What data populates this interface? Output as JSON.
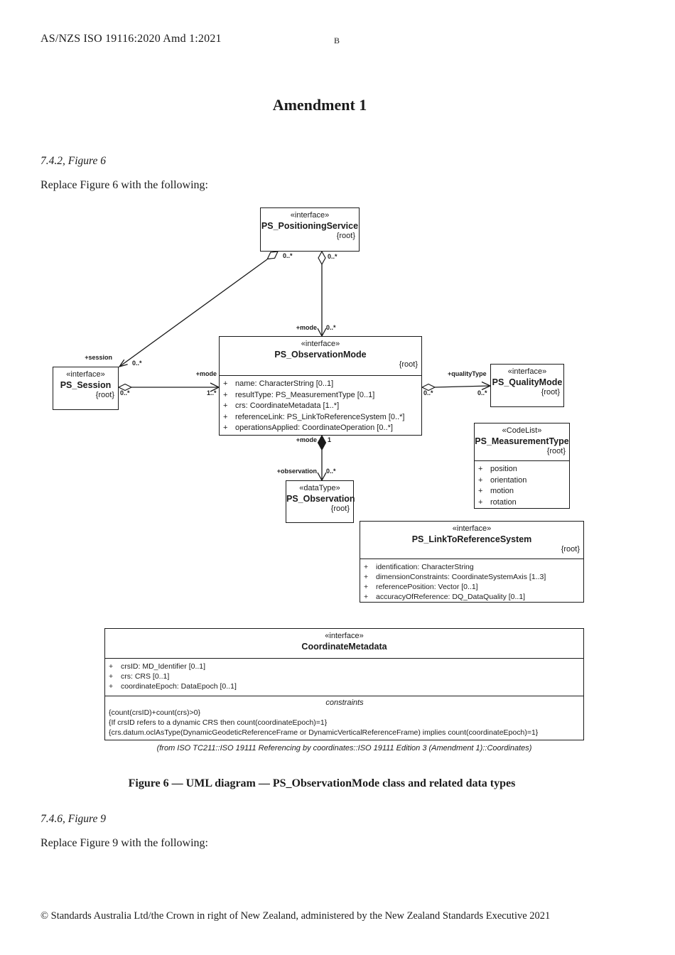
{
  "page": {
    "header_left": "AS/NZS ISO 19116:2020 Amd 1:2021",
    "header_center": "B",
    "title": "Amendment 1",
    "section_6": {
      "heading": "7.4.2, Figure 6",
      "body": "Replace Figure 6 with the following:"
    },
    "figure_caption": "Figure 6 — UML diagram — PS_ObservationMode class and related data types",
    "section_9": {
      "heading": "7.4.6, Figure 9",
      "body": "Replace Figure 9 with the following:"
    },
    "footer": "© Standards Australia Ltd/the Crown in right of New Zealand, administered by the New Zealand Standards Executive 2021"
  },
  "diagram": {
    "plus": "+",
    "source_note": "(from ISO TC211::ISO 19111 Referencing by coordinates::ISO 19111 Edition 3 (Amendment 1)::Coordinates)",
    "classes": {
      "positioning_service": {
        "stereotype": "«interface»",
        "name": "PS_PositioningService",
        "root": "{root}"
      },
      "session": {
        "stereotype": "«interface»",
        "name": "PS_Session",
        "root": "{root}"
      },
      "observation_mode": {
        "stereotype": "«interface»",
        "name": "PS_ObservationMode",
        "root": "{root}",
        "attributes": [
          "name: CharacterString [0..1]",
          "resultType: PS_MeasurementType [0..1]",
          "crs: CoordinateMetadata [1..*]",
          "referenceLink: PS_LinkToReferenceSystem [0..*]",
          "operationsApplied: CoordinateOperation [0..*]"
        ]
      },
      "quality_mode": {
        "stereotype": "«interface»",
        "name": "PS_QualityMode",
        "root": "{root}"
      },
      "measurement_type": {
        "stereotype": "«CodeList»",
        "name": "PS_MeasurementType",
        "root": "{root}",
        "attributes": [
          "position",
          "orientation",
          "motion",
          "rotation"
        ]
      },
      "observation": {
        "stereotype": "«dataType»",
        "name": "PS_Observation",
        "root": "{root}"
      },
      "link_to_reference_system": {
        "stereotype": "«interface»",
        "name": "PS_LinkToReferenceSystem",
        "root": "{root}",
        "attributes": [
          "identification: CharacterString",
          "dimensionConstraints: CoordinateSystemAxis [1..3]",
          "referencePosition: Vector [0..1]",
          "accuracyOfReference: DQ_DataQuality [0..1]"
        ]
      },
      "coordinate_metadata": {
        "stereotype": "«interface»",
        "name": "CoordinateMetadata",
        "attributes": [
          "crsID: MD_Identifier [0..1]",
          "crs: CRS [0..1]",
          "coordinateEpoch: DataEpoch [0..1]"
        ],
        "constraints_label": "constraints",
        "constraints": [
          "{count(crsID)+count(crs)>0}",
          "{If crsID refers to a dynamic CRS then count(coordinateEpoch)=1}",
          "{crs.datum.oclAsType(DynamicGeodeticReferenceFrame or DynamicVerticalReferenceFrame) implies count(coordinateEpoch)=1}"
        ]
      }
    },
    "labels": {
      "svc_session_mult": "0..*",
      "session_role": "+session",
      "session_end_mult": "0..*",
      "svc_mode_mult": "0..*",
      "mode_top_role": "+mode",
      "mode_top_mult": "0..*",
      "session_diamond_mult": "0..*",
      "session_mode_role": "+mode",
      "session_mode_mult": "1..*",
      "quality_diamond_mult": "0..*",
      "quality_role": "+qualityType",
      "quality_end_mult": "0..*",
      "comp_role": "+mode",
      "comp_mult": "1",
      "obs_role": "+observation",
      "obs_mult": "0..*"
    }
  }
}
